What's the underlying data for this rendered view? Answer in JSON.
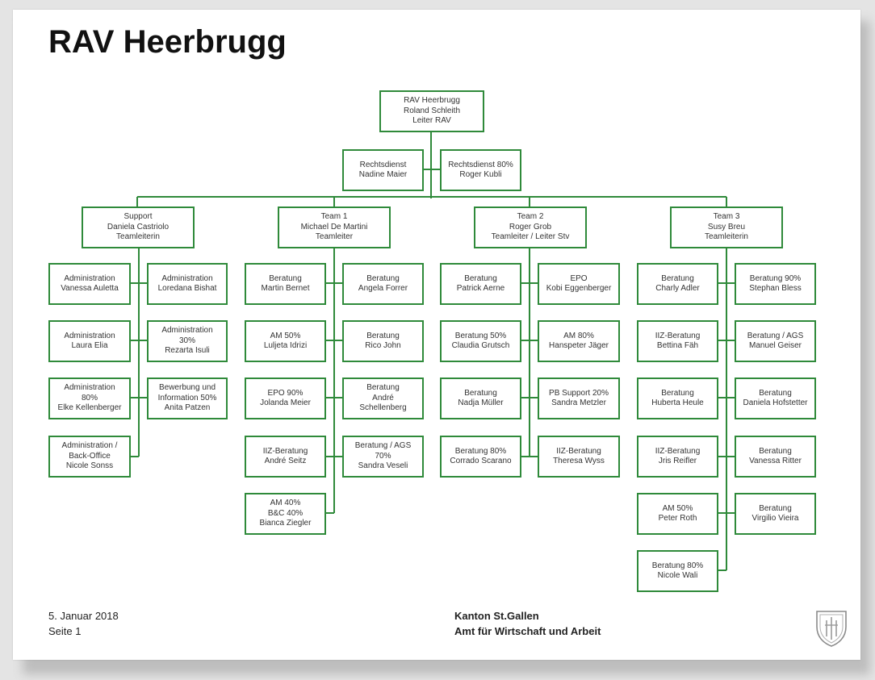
{
  "title": "RAV Heerbrugg",
  "colors": {
    "line": "#2f8a3a",
    "box_border": "#2f8a3a"
  },
  "boxes": {
    "root": [
      "RAV Heerbrugg",
      "Roland Schleith",
      "Leiter RAV"
    ],
    "staff1": [
      "Rechtsdienst",
      "Nadine Maier"
    ],
    "staff2": [
      "Rechtsdienst 80%",
      "Roger Kubli"
    ],
    "support": [
      "Support",
      "Daniela Castriolo",
      "Teamleiterin"
    ],
    "team1": [
      "Team 1",
      "Michael De Martini",
      "Teamleiter"
    ],
    "team2": [
      "Team 2",
      "Roger Grob",
      "Teamleiter / Leiter Stv"
    ],
    "team3": [
      "Team 3",
      "Susy Breu",
      "Teamleiterin"
    ],
    "s_l1": [
      "Administration",
      "Vanessa Auletta"
    ],
    "s_l2": [
      "Administration",
      "Laura Elia"
    ],
    "s_l3": [
      "Administration",
      "80%",
      "Elke Kellenberger"
    ],
    "s_l4": [
      "Administration /",
      "Back-Office",
      "Nicole Sonss"
    ],
    "s_r1": [
      "Administration",
      "Loredana Bishat"
    ],
    "s_r2": [
      "Administration",
      "30%",
      "Rezarta Isuli"
    ],
    "s_r3": [
      "Bewerbung und",
      "Information 50%",
      "Anita Patzen"
    ],
    "t1_l1": [
      "Beratung",
      "Martin Bernet"
    ],
    "t1_l2": [
      "AM 50%",
      "Luljeta Idrizi"
    ],
    "t1_l3": [
      "EPO 90%",
      "Jolanda Meier"
    ],
    "t1_l4": [
      "IIZ-Beratung",
      "André Seitz"
    ],
    "t1_l5": [
      "AM 40%",
      "B&C 40%",
      "Bianca Ziegler"
    ],
    "t1_r1": [
      "Beratung",
      "Angela Forrer"
    ],
    "t1_r2": [
      "Beratung",
      "Rico John"
    ],
    "t1_r3": [
      "Beratung",
      "André",
      "Schellenberg"
    ],
    "t1_r4": [
      "Beratung / AGS",
      "70%",
      "Sandra Veseli"
    ],
    "t2_l1": [
      "Beratung",
      "Patrick Aerne"
    ],
    "t2_l2": [
      "Beratung 50%",
      "Claudia Grutsch"
    ],
    "t2_l3": [
      "Beratung",
      "Nadja Müller"
    ],
    "t2_l4": [
      "Beratung 80%",
      "Corrado Scarano"
    ],
    "t2_r1": [
      "EPO",
      "Kobi Eggenberger"
    ],
    "t2_r2": [
      "AM 80%",
      "Hanspeter Jäger"
    ],
    "t2_r3": [
      "PB Support 20%",
      "Sandra Metzler"
    ],
    "t2_r4": [
      "IIZ-Beratung",
      "Theresa Wyss"
    ],
    "t3_l1": [
      "Beratung",
      "Charly Adler"
    ],
    "t3_l2": [
      "IIZ-Beratung",
      "Bettina Fäh"
    ],
    "t3_l3": [
      "Beratung",
      "Huberta Heule"
    ],
    "t3_l4": [
      "IIZ-Beratung",
      "Jris Reifler"
    ],
    "t3_l5": [
      "AM 50%",
      "Peter Roth"
    ],
    "t3_l6": [
      "Beratung 80%",
      "Nicole Wali"
    ],
    "t3_r1": [
      "Beratung 90%",
      "Stephan Bless"
    ],
    "t3_r2": [
      "Beratung / AGS",
      "Manuel Geiser"
    ],
    "t3_r3": [
      "Beratung",
      "Daniela Hofstetter"
    ],
    "t3_r4": [
      "Beratung",
      "Vanessa Ritter"
    ],
    "t3_r5": [
      "Beratung",
      "Virgilio Vieira"
    ]
  },
  "footer": {
    "date": "5. Januar 2018",
    "page": "Seite 1",
    "org_line1": "Kanton St.Gallen",
    "org_line2": "Amt für Wirtschaft und Arbeit"
  }
}
